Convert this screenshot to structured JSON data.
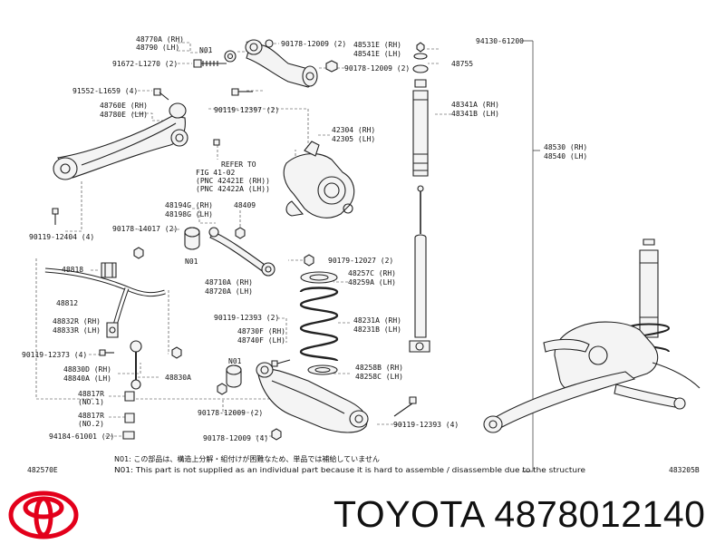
{
  "labels": {
    "l48770": [
      "48770A (RH)",
      "48790 (LH)"
    ],
    "n01_top": "N01",
    "l90178_top": "90178-12009 (2)",
    "l91672": "91672-L1270 (2)",
    "l48531": [
      "48531E (RH)",
      "48541E (LH)"
    ],
    "l90178_b": "90178-12009 (2)",
    "l94130": "94130-61200",
    "l48755": "48755",
    "l91552": "91552-L1659 (4)",
    "l48760": [
      "48760E (RH)",
      "48780E (LH)"
    ],
    "l90119_a": "90119-12397 (2)",
    "l48341": [
      "48341A (RH)",
      "48341B (LH)"
    ],
    "l42304": [
      "42304 (RH)",
      "42305 (LH)"
    ],
    "refer": [
      "REFER TO",
      "FIG 41-02",
      "(PNC 42421E (RH))",
      "(PNC 42422A (LH))"
    ],
    "l48530": [
      "48530 (RH)",
      "48540 (LH)"
    ],
    "l90119_b": "90119-12404 (4)",
    "l48194": [
      "48194G (RH)",
      "48198G (LH)"
    ],
    "l48409": "48409",
    "l90178_c": "90178-14017 (2)",
    "n01_mid": "N01",
    "l90179": "90179-12027 (2)",
    "l48818": "48818",
    "l48710": [
      "48710A (RH)",
      "48720A (LH)"
    ],
    "l48257": [
      "48257C (RH)",
      "48259A (LH)"
    ],
    "l48812": "48812",
    "l90119_c": "90119-12393 (2)",
    "l48832": [
      "48832R (RH)",
      "48833R (LH)"
    ],
    "l48730": [
      "48730F (RH)",
      "48740F (LH)"
    ],
    "l48231": [
      "48231A (RH)",
      "48231B (LH)"
    ],
    "l90119_d": "90119-12373 (4)",
    "l48830D": [
      "48830D (RH)",
      "48840A (LH)"
    ],
    "n01_low": "N01",
    "l48258": [
      "48258B (RH)",
      "48258C (LH)"
    ],
    "l48830A": "48830A",
    "l48817_1": [
      "48817R",
      "(NO.1)"
    ],
    "l90178_d": "90178-12009 (2)",
    "l48817_2": [
      "48817R",
      "(NO.2)"
    ],
    "l90119_e": "90119-12393 (4)",
    "l94184": "94184-61001 (2)",
    "l90178_e": "90178-12009 (4)",
    "note_jp": "N01: この部品は、構造上分解・組付けが困難なため、単品では補給していません",
    "note_en": "N01: This  part  is  not  supplied  as  an  individual  part  because  it  is  hard  to  assemble  /  disassemble  due  to  the  structure",
    "code_left": "482570E",
    "code_right": "483205B"
  },
  "brand": {
    "text": "TOYOTA 4878012140",
    "logo_color": "#e3001b"
  }
}
